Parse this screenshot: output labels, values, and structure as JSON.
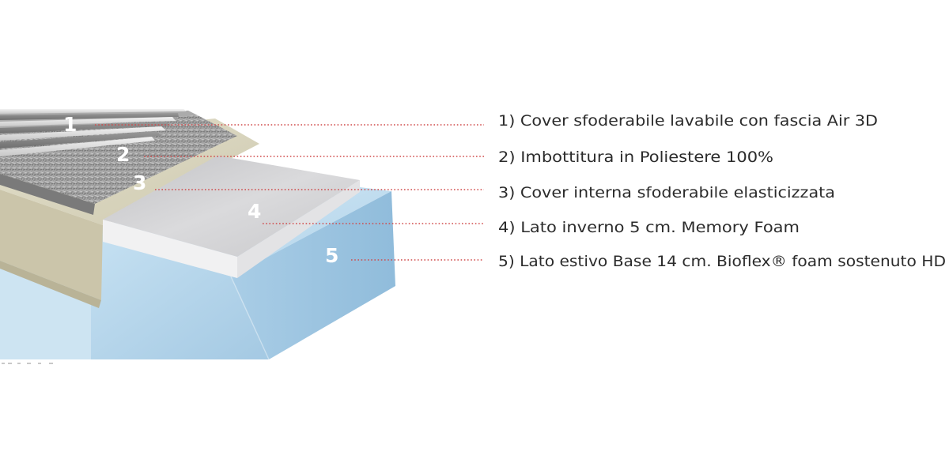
{
  "layers": [
    {
      "number": "1",
      "label": "1) Cover sfoderabile lavabile con fascia Air 3D"
    },
    {
      "number": "2",
      "label": "2) Imbottitura in Poliestere 100%"
    },
    {
      "number": "3",
      "label": "3) Cover interna sfoderabile elasticizzata"
    },
    {
      "number": "4",
      "label": "4) Lato inverno 5 cm. Memory Foam"
    },
    {
      "number": "5",
      "label": "5) Lato estivo Base 14 cm. Bioflex® foam sostenuto HD"
    }
  ],
  "colors": {
    "leader": "#d04a4a",
    "base_foam": "#b8d8ec",
    "memory_foam": "#d4d4d6",
    "inner_cover": "#ddd9c4",
    "label_text": "#2b2b2b"
  }
}
